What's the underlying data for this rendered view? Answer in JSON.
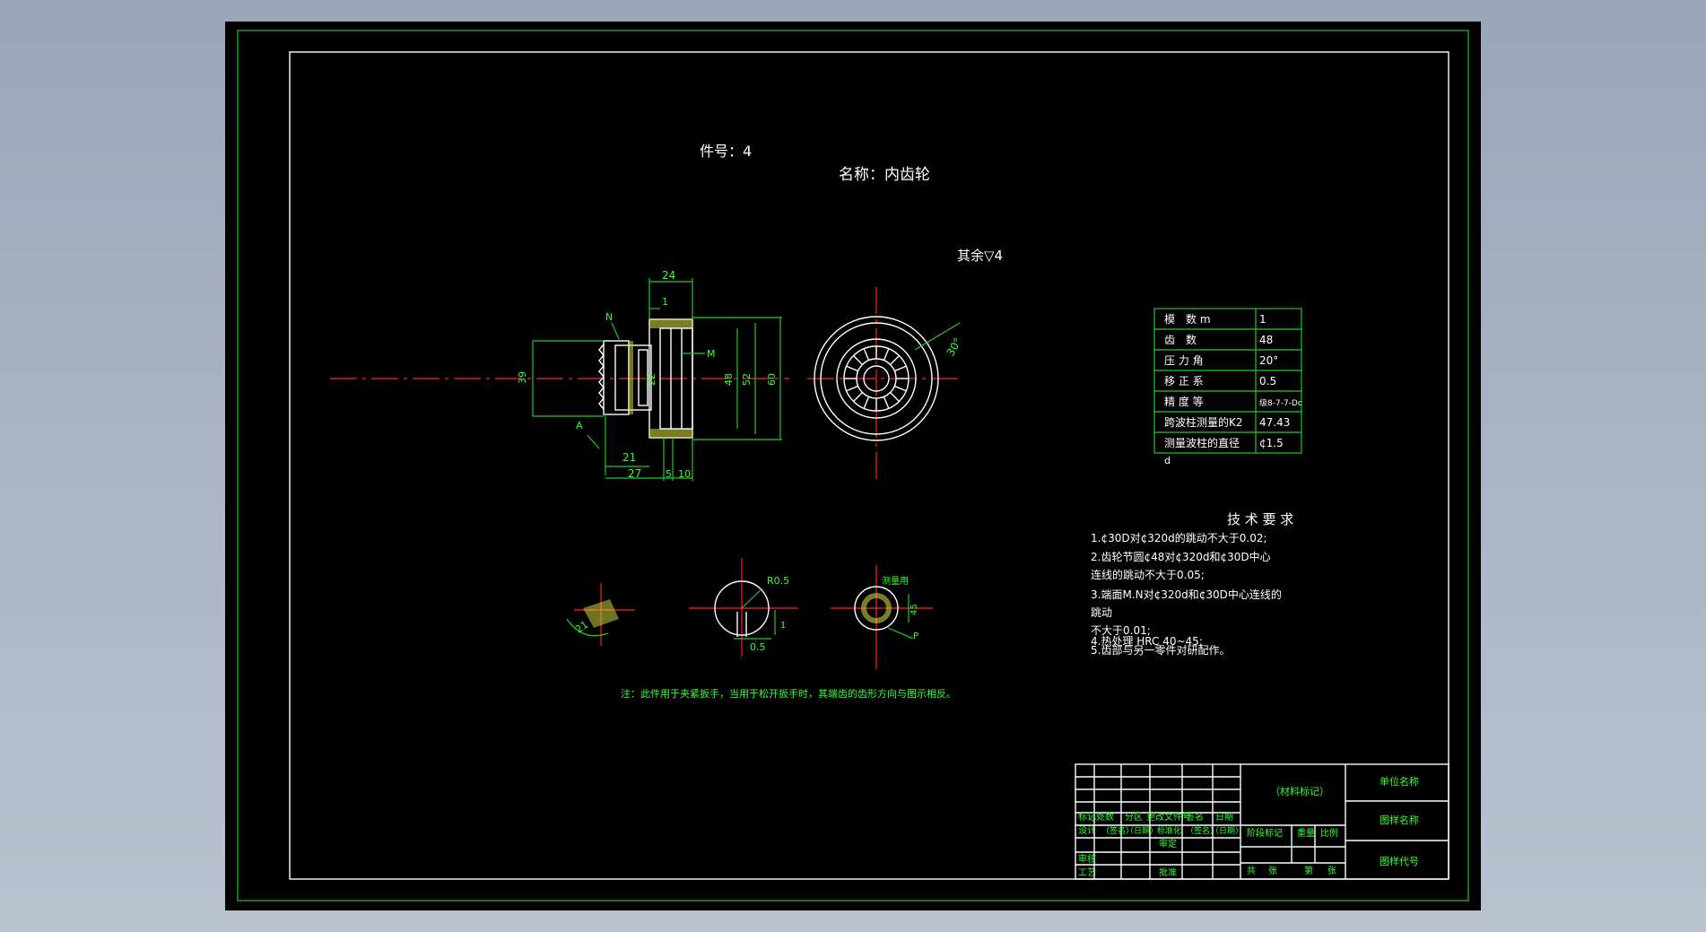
{
  "drawing": {
    "part_number": "件号：4",
    "part_name": "名称：内齿轮",
    "surface_finish": "其余▽4"
  },
  "dimensions": {
    "d24": "24",
    "d1": "1",
    "N_top": "N",
    "M": "M",
    "A": "A",
    "d39": "39",
    "d22": "22",
    "d48": "48",
    "d52": "52",
    "d60": "60",
    "d21": "21",
    "d27": "27",
    "d5": "5",
    "d10": "10",
    "angle30": "30°"
  },
  "gear_table": {
    "rows": [
      {
        "label": "模　数 m",
        "value": "1"
      },
      {
        "label": "齿　数",
        "value": "48"
      },
      {
        "label": "压 力 角",
        "value": "20°"
      },
      {
        "label": "移 正 系",
        "value": "0.5"
      },
      {
        "label": "精 度 等",
        "value": "级8-7-7-Dc"
      },
      {
        "label": "跨波柱测量的K2",
        "value": "47.43"
      },
      {
        "label": "测量波柱的直径",
        "value": "¢1.5"
      }
    ],
    "footnote": "d"
  },
  "tech": {
    "title": "技 术 要 求",
    "lines": [
      "1.¢30D对¢320d的跳动不大于0.02;",
      "2.齿轮节圆¢48对¢320d和¢30D中心",
      "连线的跳动不大于0.05;",
      "3.端面M.N对¢320d和¢30D中心连线的",
      "跳动",
      "不大于0.01;",
      "4.热处理 HRC 40~45;",
      "5.齿部与另一零件对研配作。"
    ]
  },
  "details": {
    "d1_label": "21",
    "d2_label1": "R0.5",
    "d2_label2": "0.5",
    "d2_label3": "1",
    "d3_label1": "测量用",
    "d3_label2": "45",
    "d3_label3": "P"
  },
  "note": "注：此件用于夹紧扳手，当用于松开扳手时，其端齿的齿形方向与图示相反。",
  "title_block": {
    "material_mark": "（材料标记）",
    "unit_name": "单位名称",
    "drawing_name": "图样名称",
    "drawing_code": "图样代号",
    "row_labels": [
      "标记",
      "处数",
      "分区",
      "更改文件号",
      "签名",
      "日期"
    ],
    "design": "设计",
    "signature": "（签名）",
    "date": "（日期）",
    "standardize": "标准化",
    "review": "审核",
    "craft": "工艺",
    "check": "审定",
    "approve": "批准",
    "stage_mark": "阶段标记",
    "weight": "重量",
    "scale": "比例",
    "total": "共",
    "sheets": "张",
    "page": "第",
    "page_sheets": "张"
  }
}
